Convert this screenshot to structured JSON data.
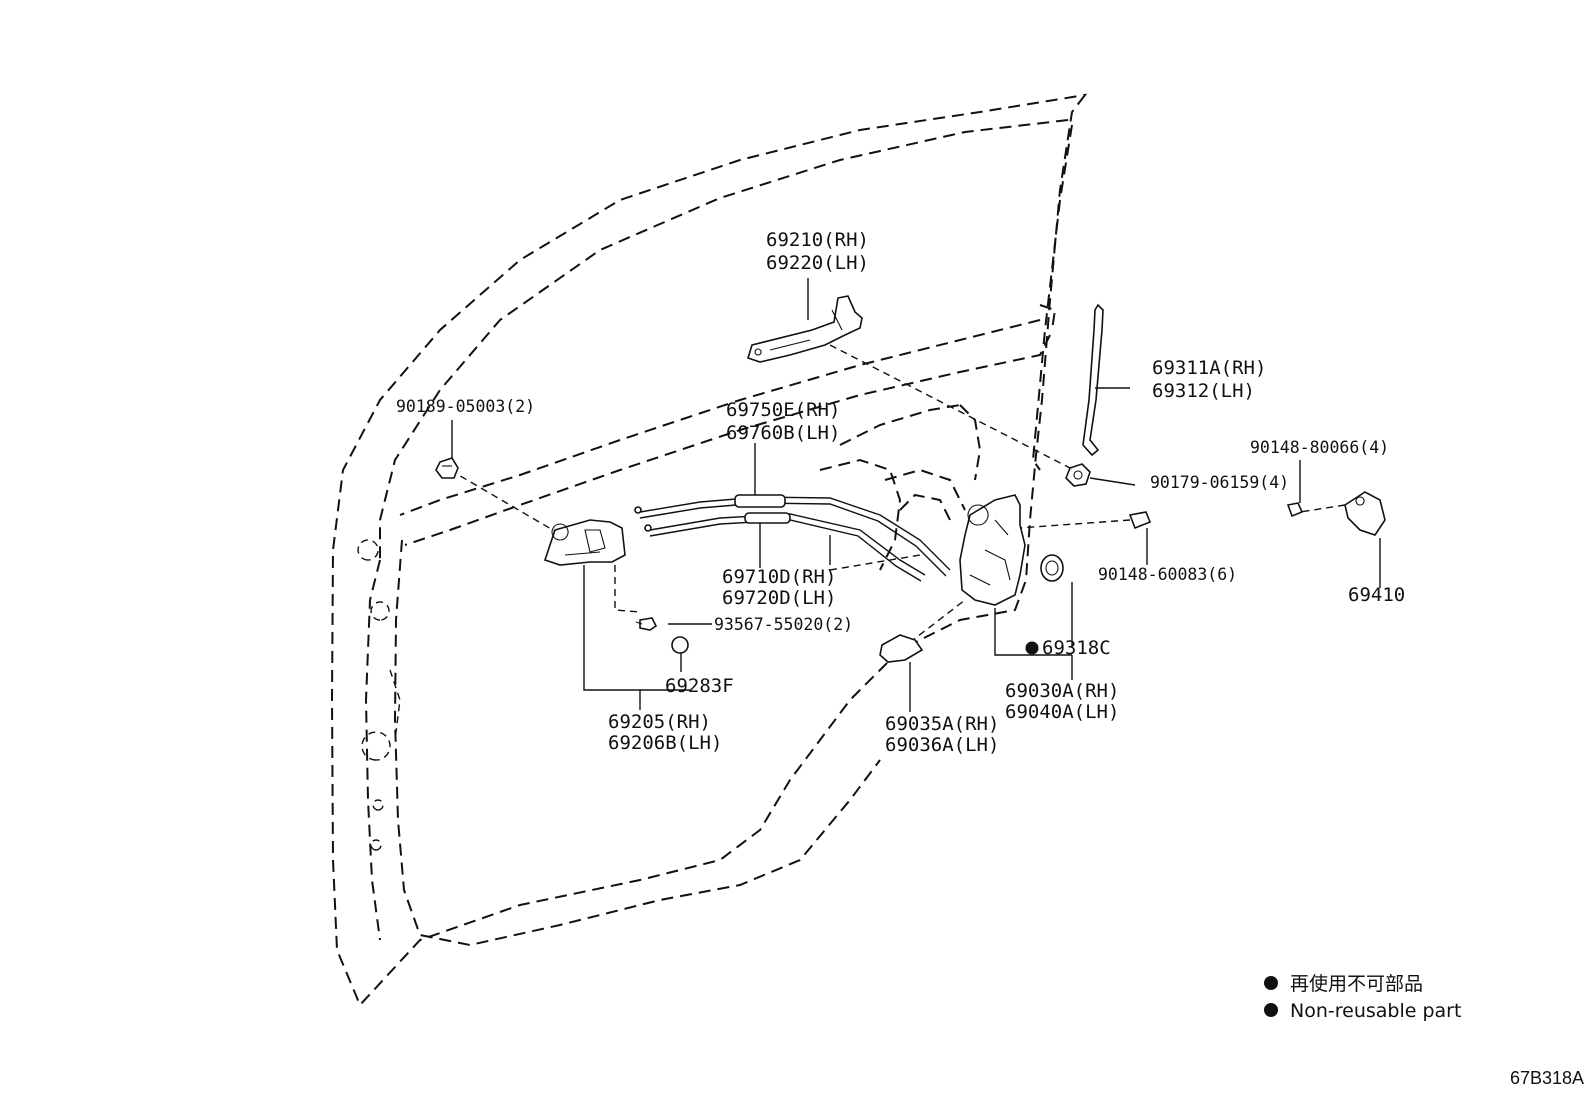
{
  "labels": {
    "p69210": "69210(RH)",
    "p69220": "69220(LH)",
    "p69311A": "69311A(RH)",
    "p69312": "69312(LH)",
    "p90189": "90189-05003(2)",
    "p69750E": "69750E(RH)",
    "p69760B": "69760B(LH)",
    "p90148a": "90148-80066(4)",
    "p90179": "90179-06159(4)",
    "p90148b": "90148-60083(6)",
    "p69410": "69410",
    "p69710D": "69710D(RH)",
    "p69720D": "69720D(LH)",
    "p93567": "93567-55020(2)",
    "p69283F": "69283F",
    "p69318C": "69318C",
    "p69030A": "69030A(RH)",
    "p69040A": "69040A(LH)",
    "p69035A": "69035A(RH)",
    "p69036A": "69036A(LH)",
    "p69205": "69205(RH)",
    "p69206B": "69206B(LH)"
  },
  "legend": {
    "japanese": "再使用不可部品",
    "english": "Non-reusable part"
  },
  "figure_code": "67B318A"
}
